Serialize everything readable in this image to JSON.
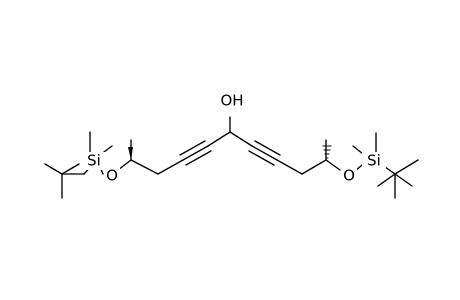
{
  "structure": {
    "atom_labels": {
      "hydroxyl": "OH",
      "left_ether_oxygen": "O",
      "right_ether_oxygen": "O",
      "left_silicon": "Si",
      "right_silicon": "Si"
    },
    "stereo_marks": {
      "left": "bold-wedge",
      "right": "hashed-wedge"
    },
    "bond_color": "#000000",
    "background_color": "#ffffff"
  }
}
